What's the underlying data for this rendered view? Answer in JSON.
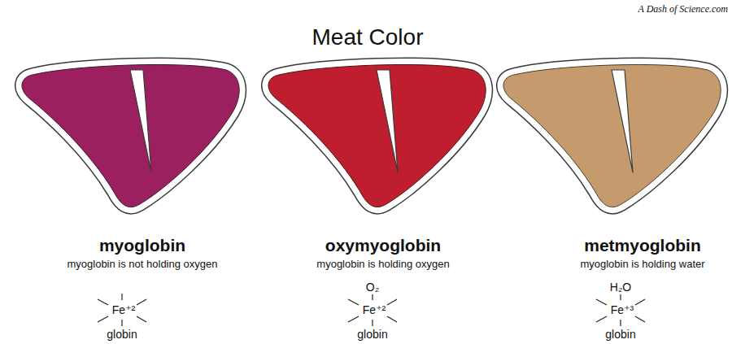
{
  "diagram": {
    "title": "Meat Color",
    "labels": [
      "A Dash of Science.com",
      "myoglobin",
      "myoglobin is not holding oxygen",
      "Fe⁺²",
      "globin",
      "oxymyoglobin",
      "myoglobin is holding oxygen",
      "O₂",
      "Fe⁺²",
      "globin",
      "metmyoglobin",
      "myoglobin is holding water",
      "H₂O",
      "Fe⁺³",
      "globin"
    ]
  }
}
